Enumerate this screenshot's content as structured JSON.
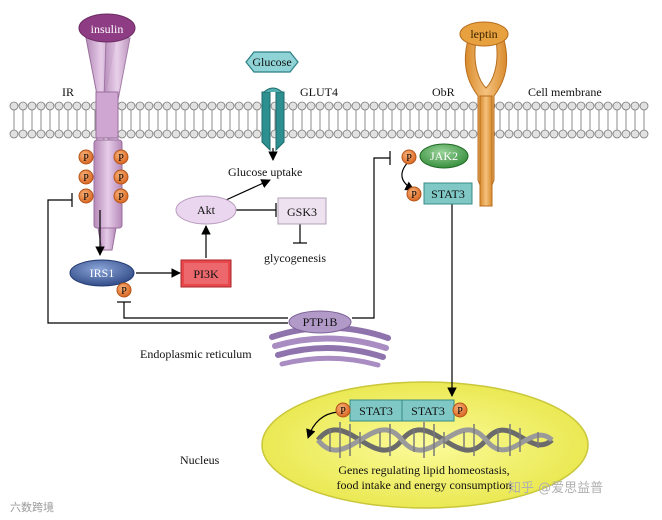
{
  "labels": {
    "insulin": "insulin",
    "ir": "IR",
    "glucose": "Glucose",
    "glut4": "GLUT4",
    "obr": "ObR",
    "leptin": "leptin",
    "cell_membrane": "Cell membrane",
    "glucose_uptake": "Glucose uptake",
    "akt": "Akt",
    "gsk3": "GSK3",
    "glycogenesis": "glycogenesis",
    "irs1": "IRS1",
    "pi3k": "PI3K",
    "jak2": "JAK2",
    "stat3": "STAT3",
    "stat3_dimer_left": "STAT3",
    "stat3_dimer_right": "STAT3",
    "ptp1b": "PTP1B",
    "endoplasmic_reticulum": "Endoplasmic reticulum",
    "nucleus": "Nucleus",
    "genes_line1": "Genes regulating lipid homeostasis,",
    "genes_line2": "food intake and energy consumption",
    "phospho": "P"
  },
  "watermarks": {
    "left": "六数跨境",
    "right": "知乎 @爱思益普"
  },
  "colors": {
    "insulin_receptor": "#c79fc9",
    "insulin": "#8e3c84",
    "leptin_receptor": "#e9a04a",
    "phospho": "#e87d2c",
    "membrane_head": "#d5d5d5",
    "irs1": "#3f5a98",
    "pi3k": "#e8474c",
    "akt": "#e8d4ec",
    "jak2": "#4aa64a",
    "stat3": "#7fc8c5",
    "glut4": "#2a8c8c",
    "nucleus": "#f0ef6c",
    "er": "#9b7fb6"
  }
}
